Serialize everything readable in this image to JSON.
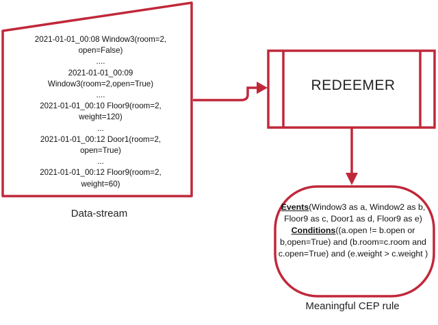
{
  "data_stream": {
    "lines": [
      "2021-01-01_00:08  Window3(room=2,",
      "open=False)",
      "....",
      "2021-01-01_00:09",
      "Window3(room=2,open=True)",
      "....",
      "2021-01-01_00:10 Floor9(room=2,",
      "weight=120)",
      "...",
      "2021-01-01_00:12 Door1(room=2,",
      "open=True)",
      "...",
      "2021-01-01_00:12 Floor9(room=2,",
      "weight=60)"
    ],
    "caption": "Data-stream"
  },
  "processor": {
    "label": "REDEEMER"
  },
  "rule": {
    "events_keyword": "Events",
    "events_text": "(Window3 as a, Window2 as b, Floor9 as c, Door1 as d, Floor9 as e)",
    "conditions_keyword": "Conditions",
    "conditions_text": "((a.open != b.open or b,open=True) and (b.room=c.room and c.open=True) and (e.weight > c.weight )",
    "caption": "Meaningful CEP rule"
  },
  "colors": {
    "accent": "#c0283a",
    "text": "#222222",
    "background": "#ffffff"
  }
}
